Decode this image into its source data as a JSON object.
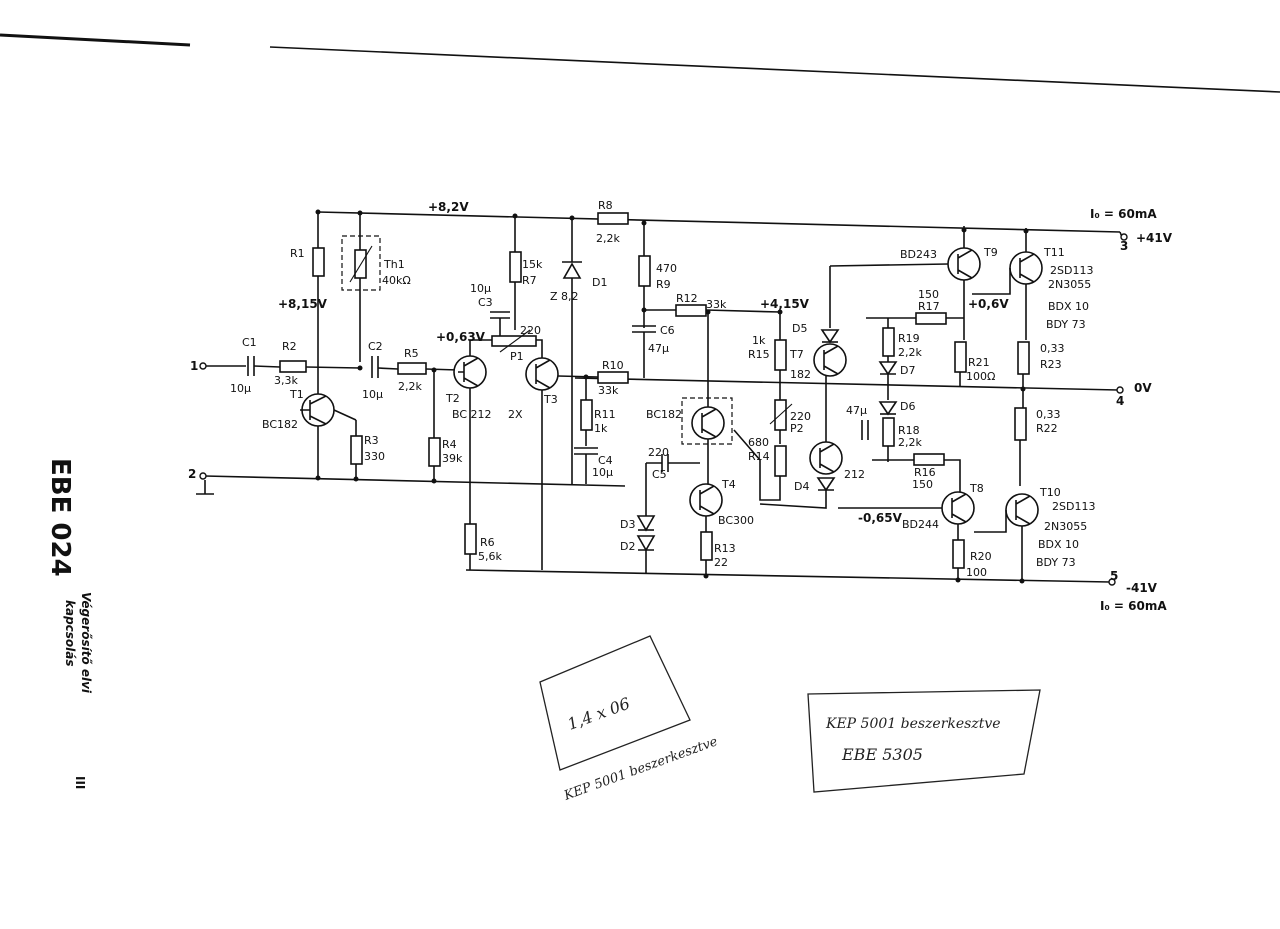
{
  "document": {
    "code": "EBE 024",
    "caption_line1": "Végerősítő elvi",
    "caption_line2": "kapcsolás",
    "page_mark": "III",
    "handwritten_1": "1,4 x 06",
    "handwritten_2": "KEP 5001 beszerkesztve",
    "handwritten_3": "EBE 5305"
  },
  "rails": {
    "v_82": "+8,2V",
    "v_815": "+8,15V",
    "v_41p": "+41V",
    "v_0": "0V",
    "v_41n": "-41V",
    "io_top": "I₀ = 60mA",
    "io_bottom": "I₀ = 60mA",
    "v_063": "+0,63V",
    "v_415": "+4,15V",
    "v_06": "+0,6V",
    "v_065": "-0,65V"
  },
  "terminals": {
    "t1": "1",
    "t2": "2",
    "t3": "3",
    "t4": "4",
    "t5": "5"
  },
  "components": {
    "c1": "C1",
    "c1v": "10µ",
    "r1": "R1",
    "r2": "R2",
    "r2v": "3,3k",
    "th1": "Th1",
    "th1v": "40kΩ",
    "c2": "C2",
    "c2v": "10µ",
    "r3": "R3",
    "r3v": "330",
    "r5": "R5",
    "r5v": "2,2k",
    "r4": "R4",
    "r4v": "39k",
    "t1": "T1",
    "t1v": "BC182",
    "t2": "T2",
    "t2v": "BC 212",
    "t3": "T3",
    "t3v": "2X",
    "c3": "C3",
    "c3v": "10µ",
    "r7": "R7",
    "r7v": "15k",
    "p1": "P1",
    "p1v": "220",
    "r6": "R6",
    "r6v": "5,6k",
    "r8": "R8",
    "r8v": "2,2k",
    "d1": "D1",
    "d1v": "Z 8,2",
    "r9": "R9",
    "r9v": "470",
    "c6": "C6",
    "c6v": "47µ",
    "r12": "R12",
    "r12v": "33k",
    "r10": "R10",
    "r10v": "33k",
    "r11": "R11",
    "r11v": "1k",
    "c4": "C4",
    "c4v": "10µ",
    "t5": "BC182",
    "c5": "C5",
    "c5v": "220",
    "d3": "D3",
    "d2": "D2",
    "t4": "T4",
    "t4v": "BC300",
    "r13": "R13",
    "r13v": "22",
    "r15": "R15",
    "r15v": "1k",
    "p2": "P2",
    "p2v": "220",
    "r14": "R14",
    "r14v": "680",
    "d5": "D5",
    "d4": "D4",
    "t7": "T7",
    "t7v": "182",
    "t6v": "212",
    "c7v": "47µ",
    "t9": "T9",
    "t9v": "BD243",
    "t11": "T11",
    "t11v1": "2SD113",
    "t11v2": "2N3055",
    "t11v3": "BDX 10",
    "t11v4": "BDY 73",
    "r17": "R17",
    "r17v": "150",
    "r19": "R19",
    "r19v": "2,2k",
    "d7": "D7",
    "d6": "D6",
    "r18": "R18",
    "r18v": "2,2k",
    "r21": "R21",
    "r21v": "100Ω",
    "r23": "R23",
    "r23v": "0,33",
    "r22": "R22",
    "r22v": "0,33",
    "r16": "R16",
    "r16v": "150",
    "t8": "T8",
    "t8v": "BD244",
    "t10": "T10",
    "t10v1": "2SD113",
    "t10v2": "2N3055",
    "t10v3": "BDX 10",
    "t10v4": "BDY 73",
    "r20": "R20",
    "r20v": "100"
  }
}
